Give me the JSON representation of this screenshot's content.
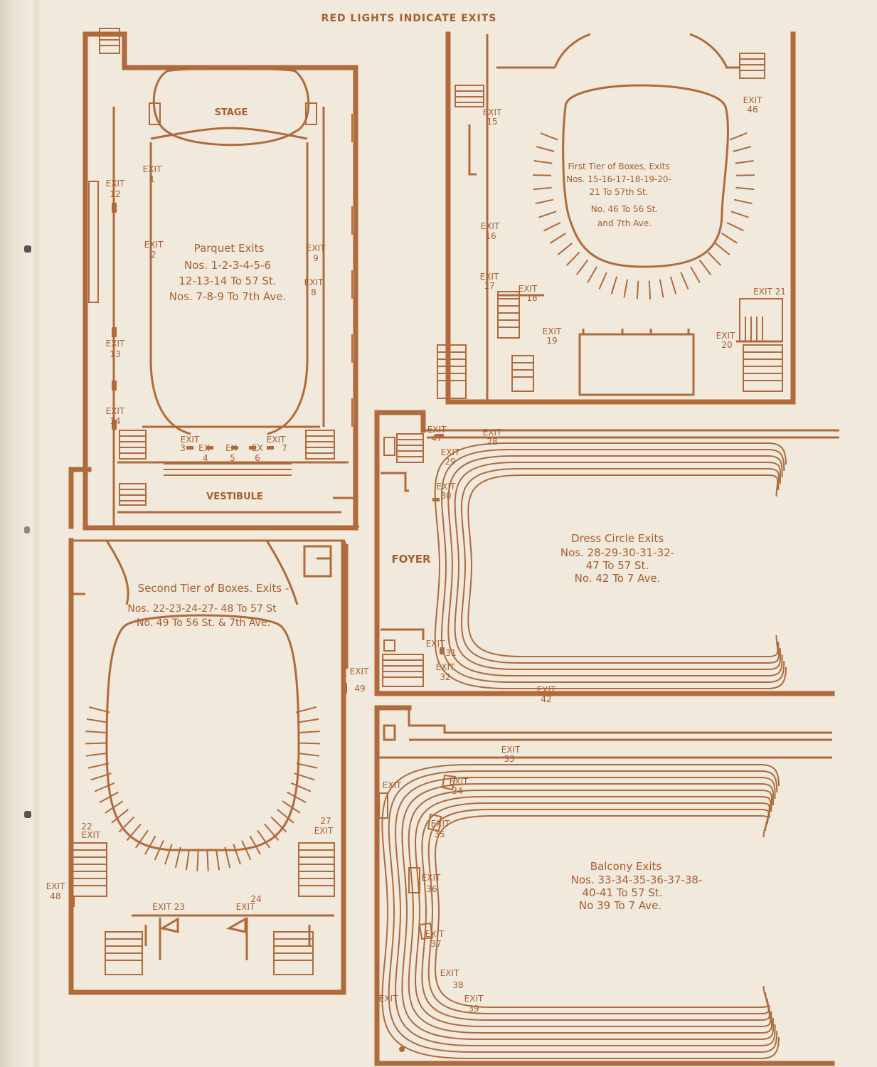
{
  "header": "RED LIGHTS INDICATE EXITS",
  "parquet": {
    "stage": "STAGE",
    "vestibule": "VESTIBULE",
    "title": "Parquet Exits",
    "lines": [
      "Nos. 1-2-3-4-5-6",
      "12-13-14 To 57 St.",
      "Nos. 7-8-9 To 7th Ave."
    ],
    "exits": [
      {
        "word": "EXIT",
        "num": "1"
      },
      {
        "word": "EXIT",
        "num": "2"
      },
      {
        "word": "EXIT",
        "num": "12"
      },
      {
        "word": "EXIT",
        "num": "13"
      },
      {
        "word": "EXIT",
        "num": "14"
      },
      {
        "word": "EXIT",
        "num": "9"
      },
      {
        "word": "EXIT",
        "num": "8"
      },
      {
        "word": "EXIT",
        "num": "3"
      },
      {
        "word": "EX",
        "num": "4"
      },
      {
        "word": "EX",
        "num": "5"
      },
      {
        "word": "EX",
        "num": "6"
      },
      {
        "word": "EXIT",
        "num": "7"
      }
    ]
  },
  "first_tier": {
    "title": "First Tier of Boxes, Exits",
    "lines": [
      "Nos. 15-16-17-18-19-20-",
      "21 To 57th St.",
      "No. 46 To 56 St.",
      "and 7th Ave."
    ],
    "exits": [
      {
        "word": "EXIT",
        "num": "15"
      },
      {
        "word": "EXIT",
        "num": "16"
      },
      {
        "word": "EXIT",
        "num": "17"
      },
      {
        "word": "EXIT",
        "num": "18"
      },
      {
        "word": "EXIT",
        "num": "19"
      },
      {
        "word": "EXIT 21",
        "num": ""
      },
      {
        "word": "EXIT",
        "num": "20"
      },
      {
        "word": "EXIT",
        "num": "46"
      }
    ]
  },
  "dress_circle": {
    "foyer": "FOYER",
    "title": "Dress Circle Exits",
    "lines": [
      "Nos. 28-29-30-31-32-",
      "47 To 57 St.",
      "No. 42 To 7 Ave."
    ],
    "exits": [
      {
        "word": "EXIT",
        "num": "47"
      },
      {
        "word": "EXIT",
        "num": "28"
      },
      {
        "word": "EXIT",
        "num": "29"
      },
      {
        "word": "EXIT",
        "num": "30"
      },
      {
        "word": "EXIT",
        "num": "31"
      },
      {
        "word": "EXIT",
        "num": "32"
      },
      {
        "word": "EXIT",
        "num": "42"
      }
    ]
  },
  "second_tier": {
    "title": "Second Tier of Boxes. Exits -",
    "lines": [
      "Nos. 22-23-24-27- 48 To 57 St",
      "No. 49 To 56 St. & 7th Ave."
    ],
    "exits": [
      {
        "word": "EXIT",
        "num": "49"
      },
      {
        "word": "EXIT",
        "num": "22"
      },
      {
        "word": "EXIT",
        "num": "27"
      },
      {
        "word": "EXIT",
        "num": "48"
      },
      {
        "word": "EXIT 23",
        "num": ""
      },
      {
        "word": "EXIT",
        "num": "24"
      }
    ]
  },
  "balcony": {
    "title": "Balcony Exits",
    "lines": [
      "Nos. 33-34-35-36-37-38-",
      "40-41 To 57 St.",
      "No 39 To 7 Ave."
    ],
    "exits": [
      {
        "word": "EXIT",
        "num": "33"
      },
      {
        "word": "EXIT",
        "num": ""
      },
      {
        "word": "EXIT",
        "num": "34"
      },
      {
        "word": "EXIT",
        "num": "35"
      },
      {
        "word": "EXIT",
        "num": "36"
      },
      {
        "word": "EXIT",
        "num": "37"
      },
      {
        "word": "EXIT",
        "num": "38"
      },
      {
        "word": "EXIT",
        "num": "39"
      },
      {
        "word": "EXIT",
        "num": ""
      }
    ]
  }
}
